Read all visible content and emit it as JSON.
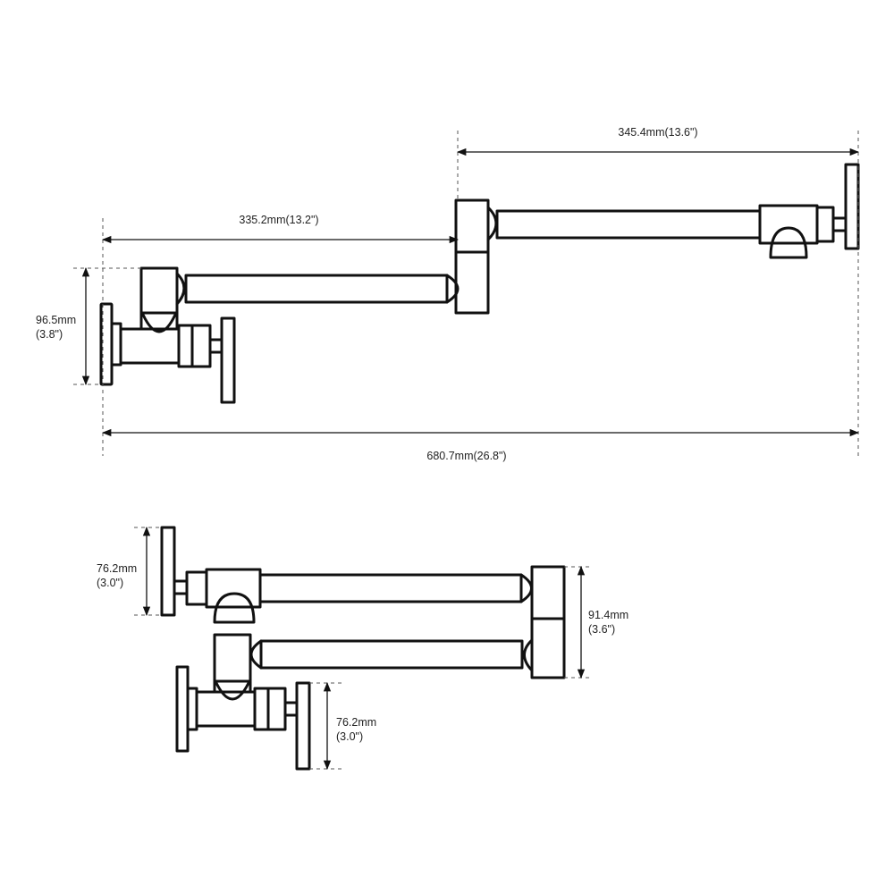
{
  "colors": {
    "line": "#111111",
    "background": "#ffffff"
  },
  "top_view": {
    "dim_top_right": "345.4mm(13.6\")",
    "dim_top_left": "335.2mm(13.2\")",
    "dim_height_mm": "96.5mm",
    "dim_height_in": "(3.8\")",
    "dim_total": "680.7mm(26.8\")"
  },
  "folded_view": {
    "dim_handle_top_mm": "76.2mm",
    "dim_handle_top_in": "(3.0\")",
    "dim_elbow_mm": "91.4mm",
    "dim_elbow_in": "(3.6\")",
    "dim_handle_bottom_mm": "76.2mm",
    "dim_handle_bottom_in": "(3.0\")"
  }
}
